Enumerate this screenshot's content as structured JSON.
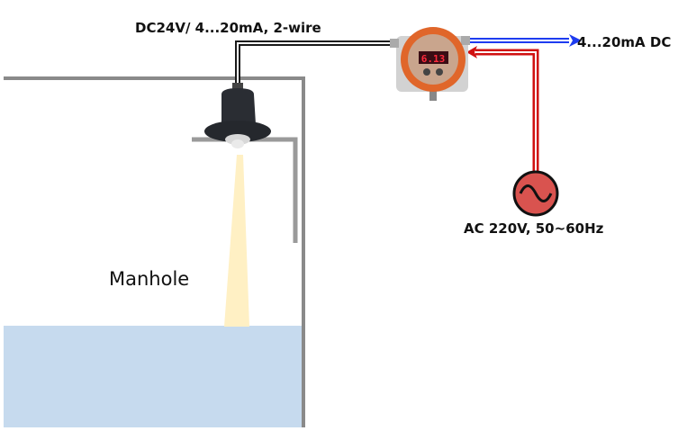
{
  "labels": {
    "power_signal": "DC24V/ 4...20mA, 2-wire",
    "output_signal": "4...20mA DC",
    "ac_supply": "AC 220V, 50~60Hz",
    "vessel": "Manhole"
  },
  "transmitter": {
    "display_value": "6.13"
  },
  "colors": {
    "tank_wall": "#8a8a8a",
    "liquid": "#c6daee",
    "beam": "#fff0c4",
    "signal_wire": "#1a1a1a",
    "output_wire": "#1e3cf0",
    "ac_wire": "#d01010",
    "ac_source": "#d9534f",
    "housing": "#e0662a"
  }
}
